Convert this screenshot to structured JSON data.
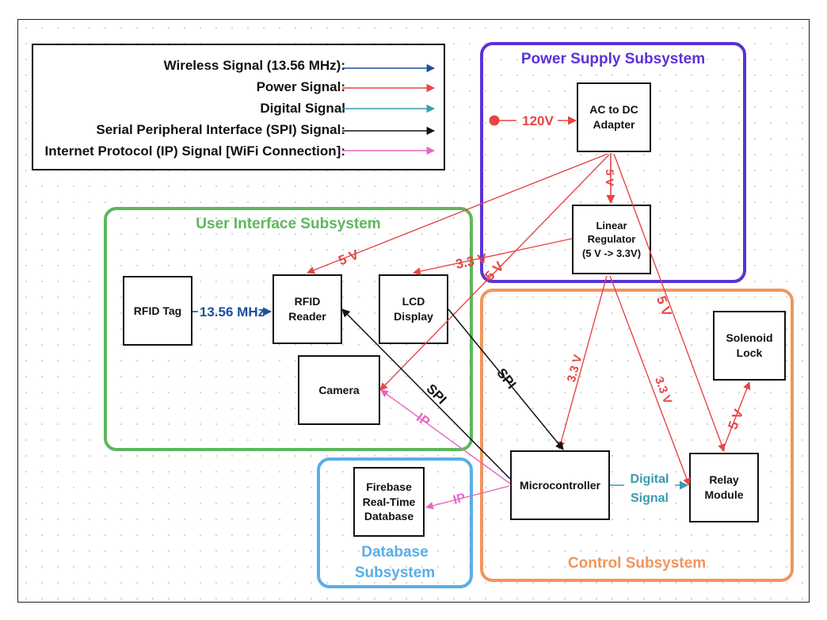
{
  "legend": {
    "items": [
      {
        "label": "Wireless Signal (13.56 MHz):",
        "color": "#1f4fa0"
      },
      {
        "label": "Power Signal:",
        "color": "#e84545"
      },
      {
        "label": "Digital Signal",
        "color": "#3a9bb0"
      },
      {
        "label": "Serial Peripheral Interface (SPI) Signal:",
        "color": "#111111"
      },
      {
        "label": "Internet Protocol (IP) Signal [WiFi Connection]:",
        "color": "#e667c4"
      }
    ]
  },
  "subsystems": {
    "power": {
      "title": "Power Supply Subsystem",
      "color": "#5a32d8"
    },
    "ui": {
      "title": "User Interface Subsystem",
      "color": "#5cb85c"
    },
    "control": {
      "title": "Control Subsystem",
      "color": "#f0965c"
    },
    "database": {
      "title_line1": "Database",
      "title_line2": "Subsystem",
      "color": "#5aaee8"
    }
  },
  "nodes": {
    "ac_dc": "AC to DC\nAdapter",
    "regulator": "Linear\nRegulator\n(5 V -> 3.3V)",
    "rfid_tag": "RFID Tag",
    "rfid_reader": "RFID\nReader",
    "lcd": "LCD\nDisplay",
    "camera": "Camera",
    "solenoid": "Solenoid\nLock",
    "microcontroller": "Microcontroller",
    "relay": "Relay\nModule",
    "firebase": "Firebase\nReal-Time\nDatabase"
  },
  "edges": {
    "input_120v": "120V",
    "wireless_13_56": "13.56 MHz",
    "p_5v_reader": "5 V",
    "p_3v3_lcd": "3.3 V",
    "p_5v_camera": "5 V",
    "p_5v_regulator": "5 V",
    "p_5v_relay": "5 V",
    "p_3v3_micro": "3.3 V",
    "p_3v3_relay": "3.3 V",
    "p_5v_solenoid": "5 V",
    "spi_lcd": "SPI",
    "spi_reader": "SPI",
    "ip_camera": "IP",
    "ip_firebase": "IP",
    "digital_line1": "Digital",
    "digital_line2": "Signal"
  },
  "colors": {
    "wireless": "#1f4fa0",
    "power": "#e84545",
    "digital": "#3a9bb0",
    "spi": "#111111",
    "ip": "#e667c4"
  }
}
